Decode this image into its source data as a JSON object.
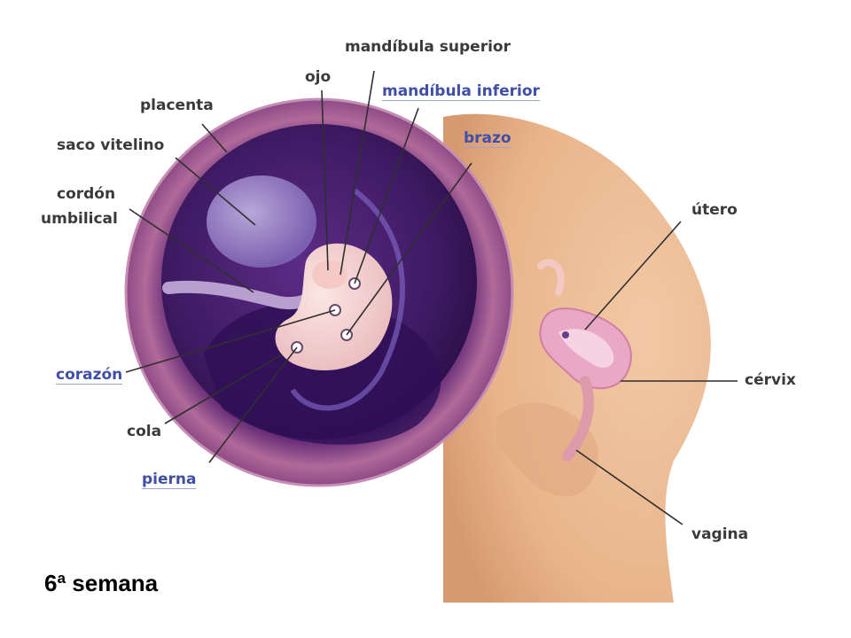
{
  "labels": {
    "mandibula_superior": "mandíbula superior",
    "ojo": "ojo",
    "mandibula_inferior": "mandíbula inferior",
    "placenta": "placenta",
    "brazo": "brazo",
    "saco_vitelino": "saco vitelino",
    "cordon_line1": "cordón",
    "cordon_line2": "umbilical",
    "utero": "útero",
    "corazon": "corazón",
    "cervix": "cérvix",
    "cola": "cola",
    "pierna": "pierna",
    "vagina": "vagina"
  },
  "caption": "6ª semana",
  "colors": {
    "label_text": "#3a3a3a",
    "label_link": "#3f4fa8",
    "leader_line": "#2f2f2f",
    "skin": "#eec19a",
    "sac_purple": "#4b1e6e",
    "uterus_pink": "#e9a9c4"
  }
}
